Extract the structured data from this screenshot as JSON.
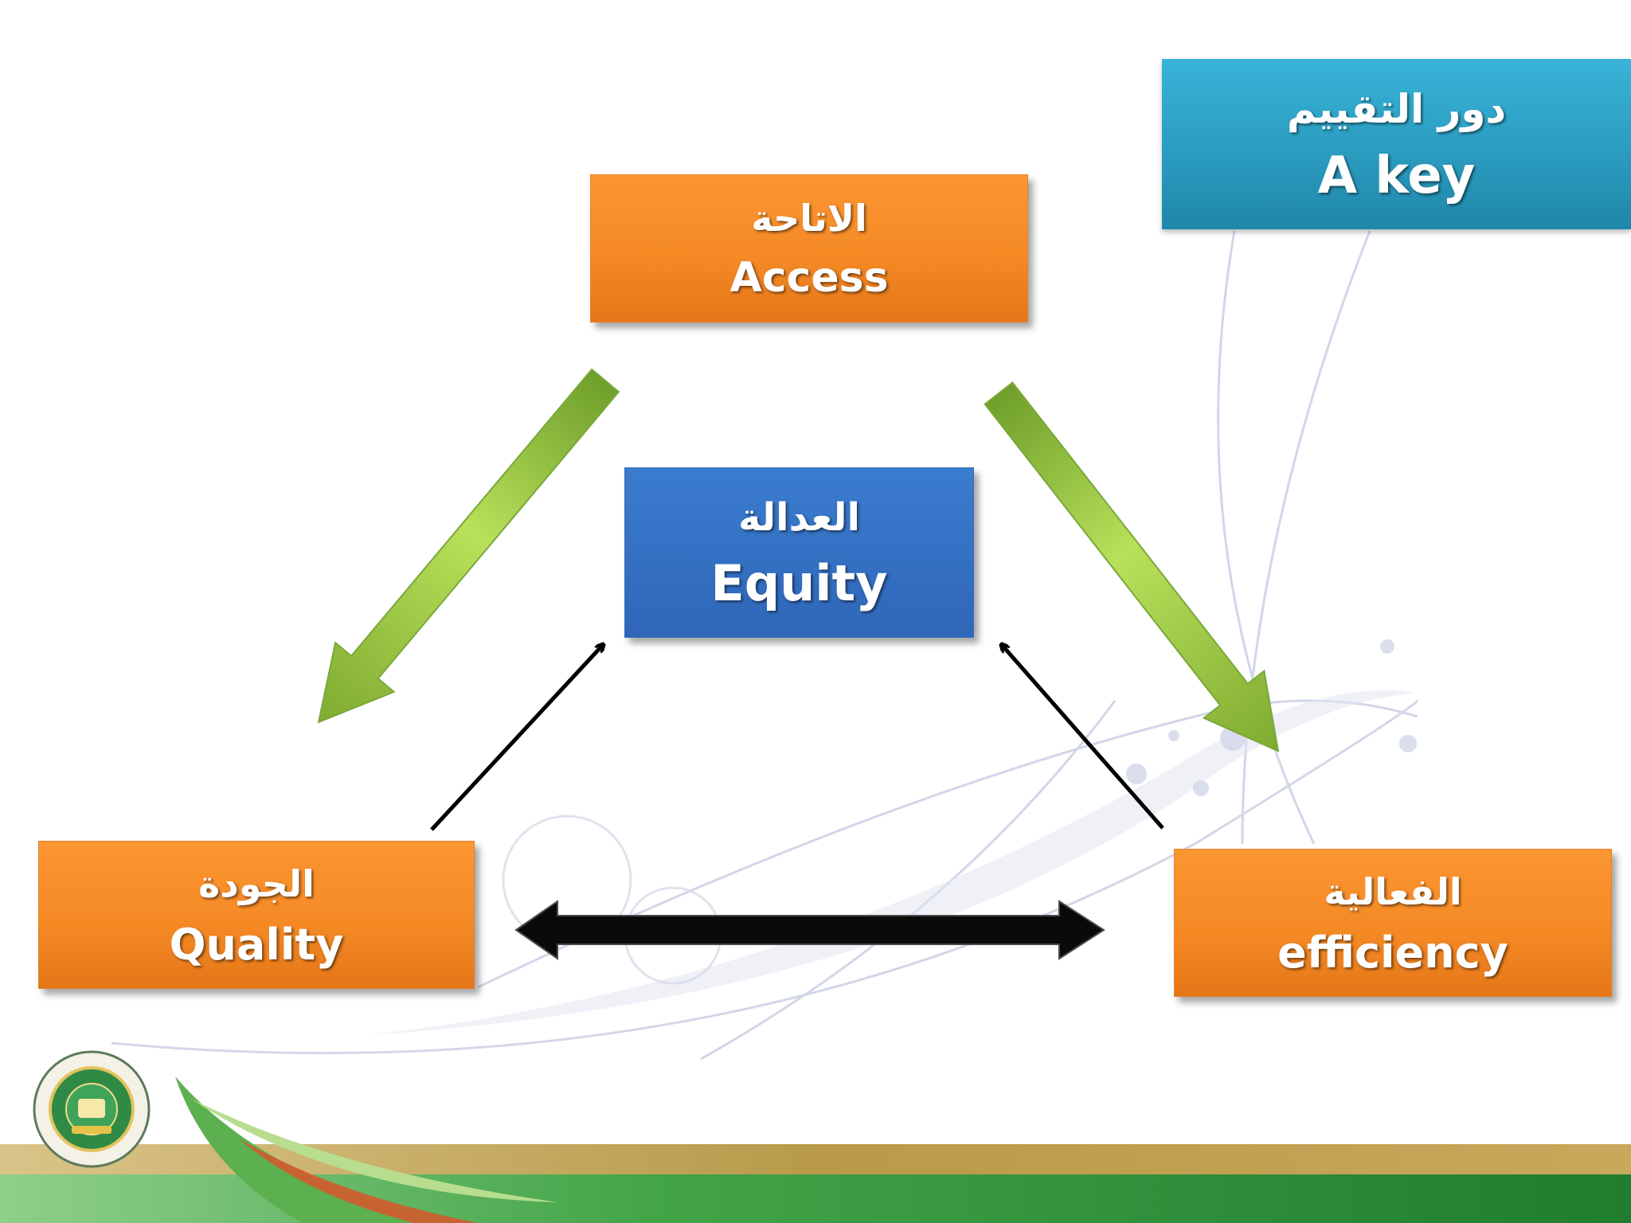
{
  "slide": {
    "boxes": {
      "access": {
        "arabic": "الاتاحة",
        "english": "Access"
      },
      "equity": {
        "arabic": "العدالة",
        "english": "Equity"
      },
      "quality": {
        "arabic": "الجودة",
        "english": "Quality"
      },
      "efficiency": {
        "arabic": "الفعالية",
        "english": "efficiency"
      },
      "key": {
        "arabic": "دور التقييم",
        "english": "A key"
      }
    },
    "logo": {
      "icon": "organization-seal-icon"
    },
    "colors": {
      "orange_box": "#f58a25",
      "blue_box": "#2f66b8",
      "teal_box": "#2a9cc0",
      "green_arrow": "#9ccc3c",
      "black_arrow": "#000000"
    }
  }
}
